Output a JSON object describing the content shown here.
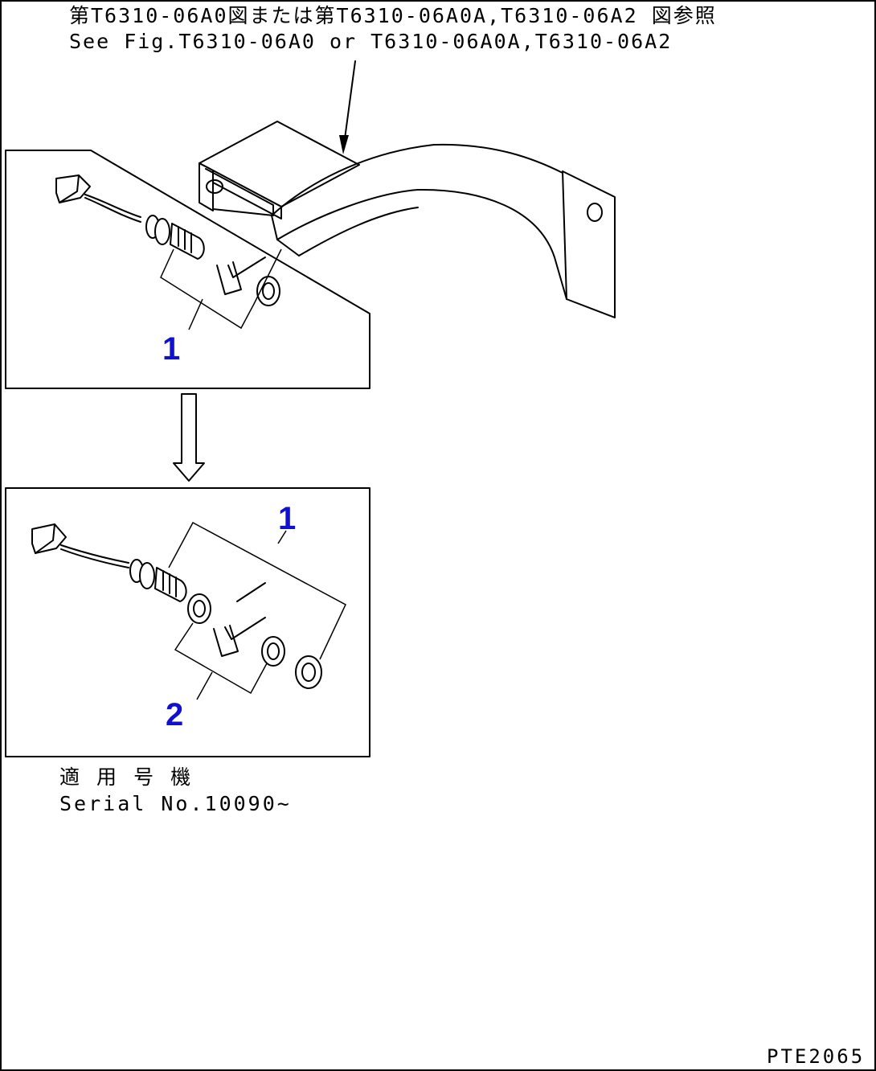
{
  "reference": {
    "line_jp": "第T6310-06A0図または第T6310-06A0A,T6310-06A2 図参照",
    "line_en": "See Fig.T6310-06A0 or T6310-06A0A,T6310-06A2"
  },
  "callouts": {
    "upper_panel_item": "1",
    "lower_panel_item_1": "1",
    "lower_panel_item_2": "2"
  },
  "applicability": {
    "label_jp": "適 用 号 機",
    "serial": "Serial No.10090~"
  },
  "figure_code": "PTE2065",
  "colors": {
    "callout": "#1010d0",
    "line": "#000000",
    "background": "#ffffff"
  }
}
